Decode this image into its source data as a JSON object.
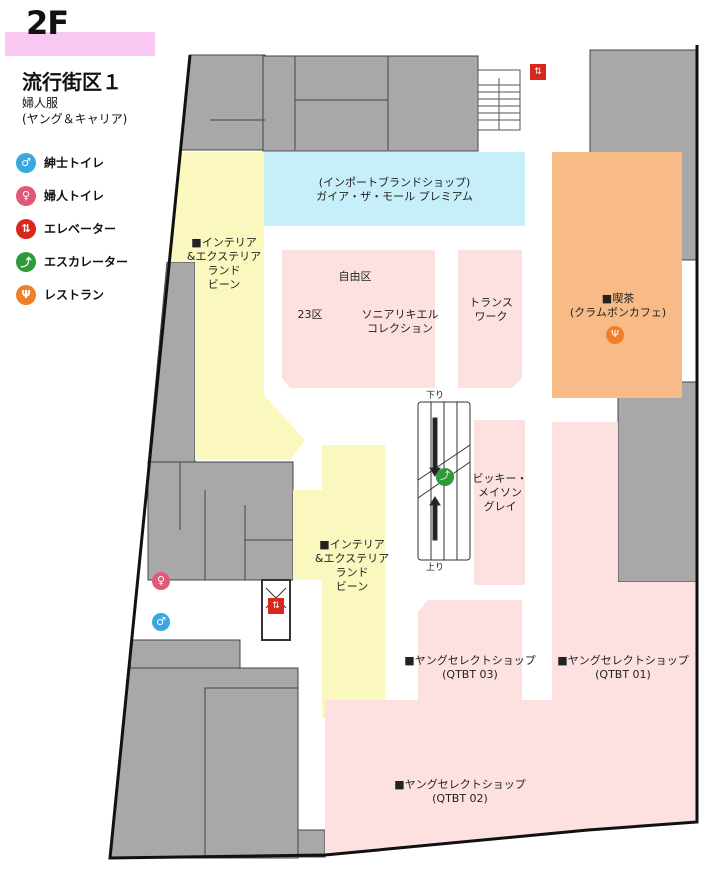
{
  "floor": "2F",
  "zone": {
    "title": "流行街区１",
    "subtitle_1": "婦人服",
    "subtitle_2": "(ヤング＆キャリア)"
  },
  "legend": [
    {
      "label": "紳士トイレ",
      "icon": "mens-toilet-icon",
      "color": "#3aa7e0"
    },
    {
      "label": "婦人トイレ",
      "icon": "womens-toilet-icon",
      "color": "#e05a78"
    },
    {
      "label": "エレベーター",
      "icon": "elevator-icon",
      "color": "#d8281e"
    },
    {
      "label": "エスカレーター",
      "icon": "escalator-icon",
      "color": "#2e9a3a"
    },
    {
      "label": "レストラン",
      "icon": "restaurant-icon",
      "color": "#f08028"
    }
  ],
  "colors": {
    "imported": "#c6effa",
    "interior": "#fbf8bf",
    "fashion": "#fde0e0",
    "restaurant": "#f8bb88",
    "service": "#a8a8a8"
  },
  "shops": {
    "import_1": "(インポートブランドショップ)",
    "import_2": "ガイア・ザ・モール プレミアム",
    "interior_a_1": "■インテリア",
    "interior_a_2": "&エクステリア",
    "interior_a_3": "ランド",
    "interior_a_4": "ビーン",
    "jiyuku": "自由区",
    "ku23": "23区",
    "sonia_1": "ソニアリキエル",
    "sonia_2": "コレクション",
    "transwork_1": "トランス",
    "transwork_2": "ワーク",
    "cafe_1": "■喫茶",
    "cafe_2": "(クラムボンカフェ)",
    "escalator_down": "下り",
    "escalator_up": "上り",
    "vicky_1": "ビッキー・",
    "vicky_2": "メイソン",
    "vicky_3": "グレイ",
    "interior_b_1": "■インテリア",
    "interior_b_2": "&エクステリア",
    "interior_b_3": "ランド",
    "interior_b_4": "ビーン",
    "qtbt03_1": "■ヤングセレクトショップ",
    "qtbt03_2": "(QTBT 03)",
    "qtbt01_1": "■ヤングセレクトショップ",
    "qtbt01_2": "(QTBT 01)",
    "qtbt02_1": "■ヤングセレクトショップ",
    "qtbt02_2": "(QTBT 02)"
  }
}
